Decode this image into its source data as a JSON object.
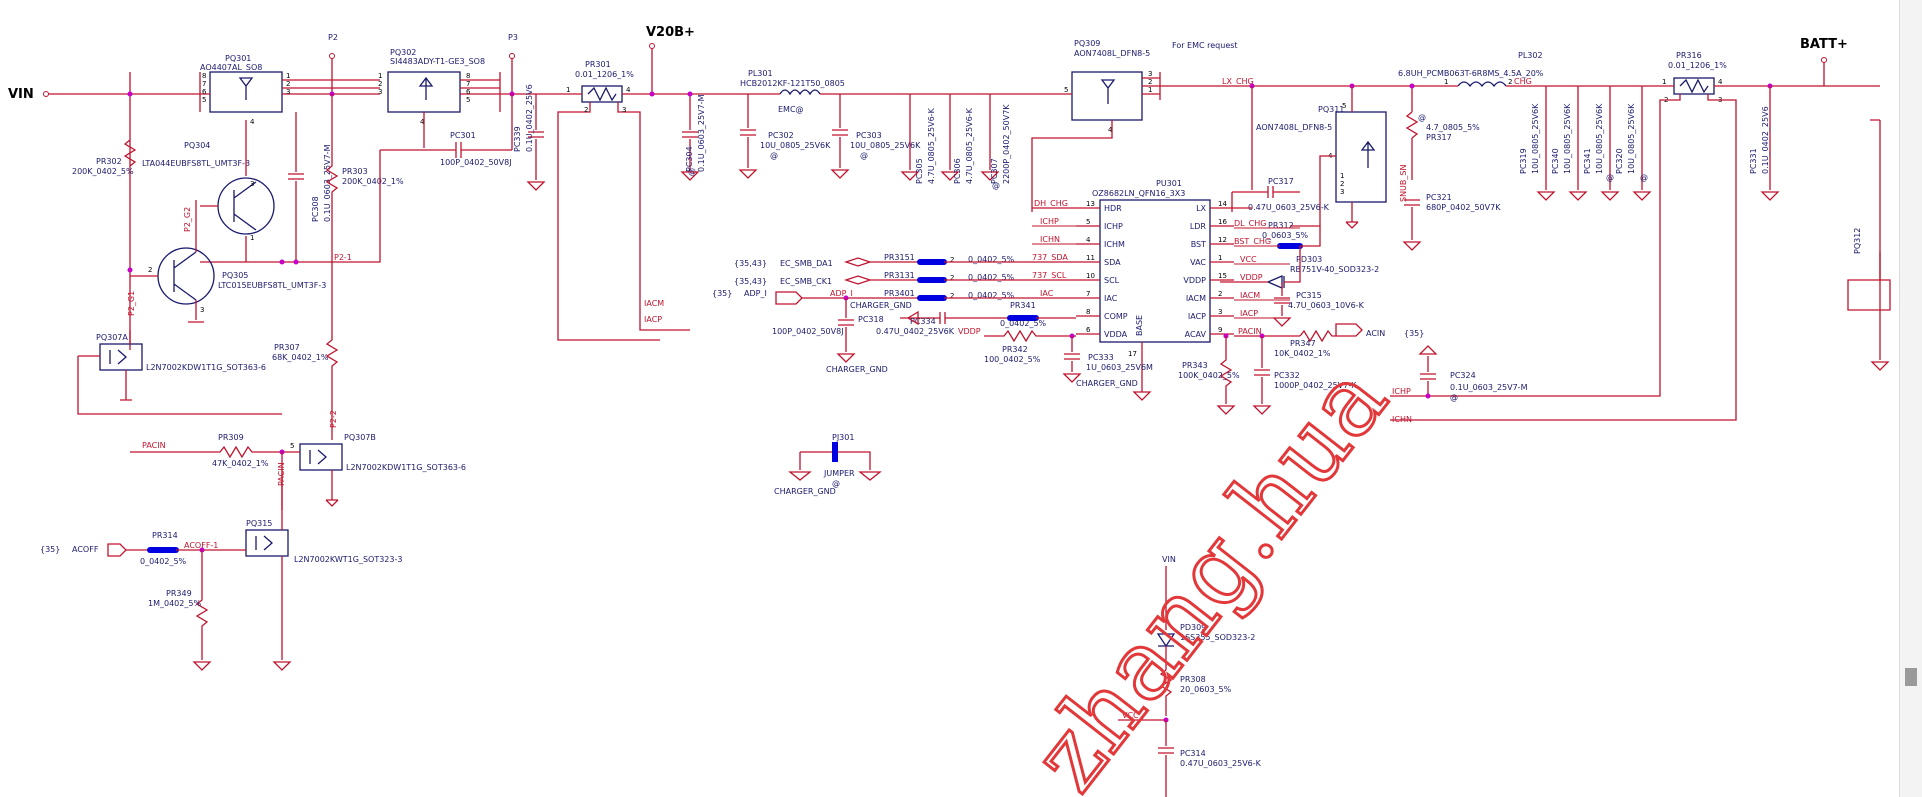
{
  "rails": {
    "vin": "VIN",
    "v20b": "V20B+",
    "batt": "BATT+",
    "p2": "P2",
    "p3": "P3",
    "vin_bottom": "VIN"
  },
  "top": {
    "pq301": {
      "ref": "PQ301",
      "part": "AO4407AL_SO8"
    },
    "pq302": {
      "ref": "PQ302",
      "part": "SI4483ADY-T1-GE3_SO8"
    },
    "pr301": {
      "ref": "PR301",
      "val": "0.01_1206_1%"
    },
    "pl301": {
      "ref": "PL301",
      "val": "HCB2012KF-121T50_0805",
      "emc": "EMC@"
    },
    "pq309": {
      "ref": "PQ309",
      "part": "AON7408L_DFN8-5"
    },
    "emc_note": "For EMC request",
    "pl302": {
      "ref": "PL302",
      "val": "6.8UH_PCMB063T-6R8MS_4.5A_20%"
    },
    "pr316": {
      "ref": "PR316",
      "val": "0.01_1206_1%"
    },
    "pq311": {
      "ref": "PQ311",
      "part": "AON7408L_DFN8-5"
    },
    "pr317": {
      "ref": "PR317",
      "val": "4.7_0805_5%",
      "at": "@"
    },
    "pc321": {
      "ref": "PC321",
      "val": "680P_0402_50V7K"
    },
    "pc317": {
      "ref": "PC317",
      "val": "0.47U_0603_25V6-K"
    },
    "pr312": {
      "ref": "PR312",
      "val": "0_0603_5%"
    },
    "pd303": {
      "ref": "PD303",
      "part": "RB751V-40_SOD323-2"
    },
    "pc315": {
      "ref": "PC315",
      "val": "4.7U_0603_10V6-K"
    }
  },
  "caps_top": {
    "pc304": "PC304",
    "pc304v": "0.1U_0603_25V7-M",
    "pc304at": "@",
    "pc302": "PC302",
    "pc302v": "10U_0805_25V6K",
    "pc302at": "@",
    "pc303": "PC303",
    "pc303v": "10U_0805_25V6K",
    "pc303at": "@",
    "pc305": "PC305",
    "pc305v": "4.7U_0805_25V6-K",
    "pc306": "PC306",
    "pc306v": "4.7U_0805_25V6-K",
    "pc307": "PC307",
    "pc307v": "2200P_0402_50V7K",
    "pc307at": "@",
    "pc339": "PC339",
    "pc339v": "0.1U_0402_25V6",
    "pc301": "PC301",
    "pc301v": "100P_0402_50V8J",
    "pc319": "PC319",
    "pc319v": "10U_0805_25V6K",
    "pc340": "PC340",
    "pc340v": "10U_0805_25V6K",
    "pc341": "PC341",
    "pc341v": "10U_0805_25V6K",
    "pc341at": "@",
    "pc320": "PC320",
    "pc320v": "10U_0805_25V6K",
    "pc320at": "@",
    "pc331": "PC331",
    "pc331v": "0.1U_0402_25V6"
  },
  "left": {
    "pr302": {
      "ref": "PR302",
      "val": "200K_0402_5%"
    },
    "pq304": {
      "ref": "PQ304",
      "part": "LTA044EUBFS8TL_UMT3F-3"
    },
    "pc308": {
      "ref": "PC308",
      "val": "0.1U_0603_25V7-M"
    },
    "pr303": {
      "ref": "PR303",
      "val": "200K_0402_1%"
    },
    "pq305": {
      "ref": "PQ305",
      "part": "LTC015EUBFS8TL_UMT3F-3"
    },
    "pq307a": {
      "ref": "PQ307A",
      "part": "L2N7002KDW1T1G_SOT363-6"
    },
    "pr307": {
      "ref": "PR307",
      "val": "68K_0402_1%"
    },
    "pr309": {
      "ref": "PR309",
      "val": "47K_0402_1%"
    },
    "pq307b": {
      "ref": "PQ307B",
      "part": "L2N7002KDW1T1G_SOT363-6"
    },
    "pr314": {
      "ref": "PR314",
      "val": "0_0402_5%"
    },
    "pq315": {
      "ref": "PQ315",
      "part": "L2N7002KWT1G_SOT323-3"
    },
    "pr349": {
      "ref": "PR349",
      "val": "1M_0402_5%"
    },
    "sheet35": "{35}",
    "acoff": "ACOFF"
  },
  "ic": {
    "ref": "PU301",
    "part": "OZ8682LN_QFN16_3X3",
    "left_pins": [
      {
        "num": "13",
        "name": "HDR"
      },
      {
        "num": "5",
        "name": "ICHP"
      },
      {
        "num": "4",
        "name": "ICHM"
      },
      {
        "num": "11",
        "name": "SDA"
      },
      {
        "num": "10",
        "name": "SCL"
      },
      {
        "num": "7",
        "name": "IAC"
      },
      {
        "num": "8",
        "name": "COMP"
      },
      {
        "num": "6",
        "name": "VDDA"
      }
    ],
    "right_pins": [
      {
        "num": "14",
        "name": "LX"
      },
      {
        "num": "16",
        "name": "LDR"
      },
      {
        "num": "12",
        "name": "BST"
      },
      {
        "num": "1",
        "name": "VAC"
      },
      {
        "num": "15",
        "name": "VDDP"
      },
      {
        "num": "2",
        "name": "IACM"
      },
      {
        "num": "3",
        "name": "IACP"
      },
      {
        "num": "9",
        "name": "ACAV"
      }
    ],
    "base": "BASE",
    "base_pin": "17"
  },
  "smb": {
    "sheet1": "{35,43}",
    "sda": "EC_SMB_DA1",
    "pr3151": "PR3151",
    "pr3151v": "0_0402_5%",
    "sheet2": "{35,43}",
    "scl": "EC_SMB_CK1",
    "pr3131": "PR3131",
    "pr3131v": "0_0402_5%",
    "sheet3": "{35}",
    "adp": "ADP_I",
    "pr3401": "PR3401",
    "pr3401v": "0_0402_5%",
    "pc318": "PC318",
    "pc318v": "100P_0402_50V8J",
    "pc334": "PC334",
    "pc334v": "0.47U_0402_25V6K",
    "pr341": "PR341",
    "pr341v": "0_0402_5%",
    "pr342": "PR342",
    "pr342v": "100_0402_5%",
    "pc333": "PC333",
    "pc333v": "1U_0603_25V6M",
    "pr343": "PR343",
    "pr343v": "100K_0402_5%",
    "pc332": "PC332",
    "pc332v": "1000P_0402_25V7-K",
    "pr347": "PR347",
    "pr347v": "10K_0402_1%",
    "acin": "ACIN",
    "sheet4": "{35}",
    "pc324": "PC324",
    "pc324v": "0.1U_0603_25V7-M",
    "pc324at": "@",
    "pj301": "PJ301",
    "jumper": "JUMPER",
    "jat": "@",
    "gnd": "CHARGER_GND",
    "pd309": "PD309",
    "pd309v": "1SS355_SOD323-2",
    "pr308": "PR308",
    "pr308v": "20_0603_5%",
    "pc314": "PC314",
    "pc314v": "0.47U_0603_25V6-K"
  },
  "nets": {
    "acm": "IACM",
    "acp": "IACP",
    "dhchg": "DH_CHG",
    "ichp": "ICHP",
    "ichm": "ICHN",
    "sda": "737_SDA",
    "scl": "737_SCL",
    "iac": "IAC",
    "adp": "ADP_I",
    "vddp": "VDDP",
    "dlchg": "DL_CHG",
    "bstchg": "BST_CHG",
    "vcc": "VCC",
    "vddp2": "VDDP",
    "iacm2": "IACM",
    "iacp2": "IACP",
    "pacin": "PACIN",
    "lxchg": "LX_CHG",
    "ichp2": "ICHP",
    "ichn2": "ICHN",
    "p2g1": "P2_G1",
    "p2g2": "P2_G2",
    "p21": "P2-1",
    "p22": "P2-2",
    "pacin_l": "PACIN",
    "pacin_v": "PACIN",
    "acoff1": "ACOFF-1",
    "vcc_b": "VCC",
    "snub": "SNUB_SN",
    "chg2": "CHG",
    "pq312": "PQ312"
  },
  "watermark": "zhang.hua"
}
